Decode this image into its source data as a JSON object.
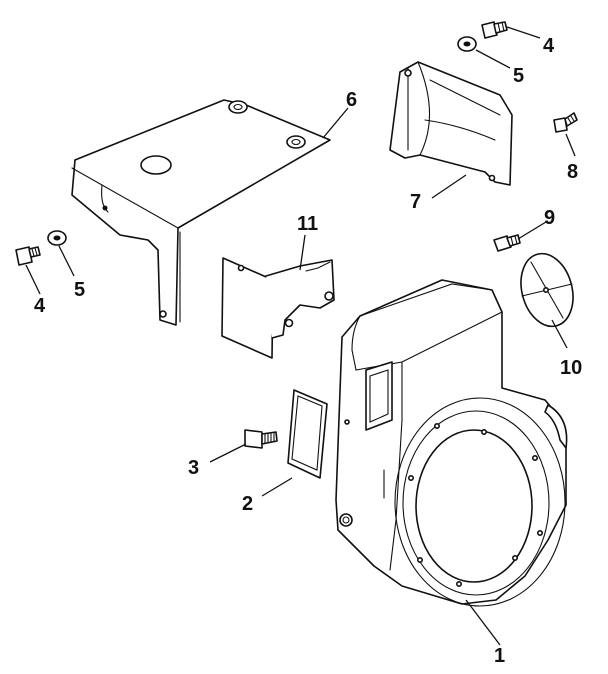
{
  "diagram": {
    "callouts": {
      "p1": "1",
      "p2": "2",
      "p3": "3",
      "p4_top": "4",
      "p4_left": "4",
      "p5_top": "5",
      "p5_left": "5",
      "p6": "6",
      "p7": "7",
      "p8": "8",
      "p9": "9",
      "p10": "10",
      "p11": "11"
    }
  }
}
